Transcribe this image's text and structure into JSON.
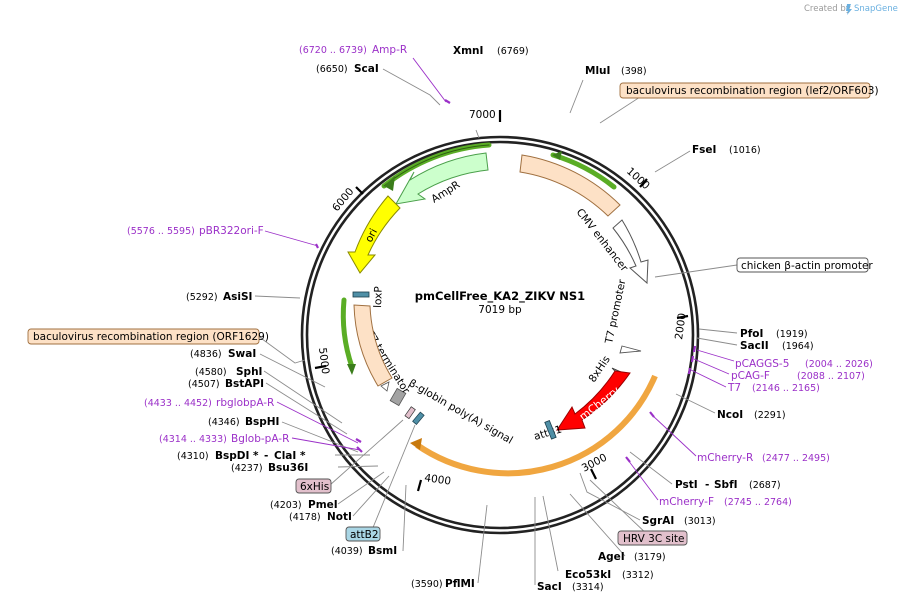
{
  "credit": {
    "prefix": "Created by",
    "brand": "SnapGene"
  },
  "plasmid": {
    "name": "pmCellFree_KA2_ZIKV NS1",
    "size_label": "7019 bp"
  },
  "ticks": [
    {
      "label": "7000"
    },
    {
      "label": "1000"
    },
    {
      "label": "2000"
    },
    {
      "label": "3000"
    },
    {
      "label": "4000"
    },
    {
      "label": "5000"
    },
    {
      "label": "6000"
    }
  ],
  "features": {
    "ampr": "AmpR",
    "ori": "ori",
    "cmv": "CMV enhancer",
    "t7_promoter": "T7 promoter",
    "his": "8xHis",
    "mcherry": "mCherry",
    "attb1": "attB1",
    "globin": "β-globin poly(A) signal",
    "t7_terminator": "T7 terminator",
    "loxp": "loxP"
  },
  "sites": [
    {
      "name": "XmnI",
      "coord": "(6769)"
    },
    {
      "name": "ScaI",
      "coord": "(6650)"
    },
    {
      "name": "MluI",
      "coord": "(398)"
    },
    {
      "name": "FseI",
      "coord": "(1016)"
    },
    {
      "name": "PfoI",
      "coord": "(1919)"
    },
    {
      "name": "SacII",
      "coord": "(1964)"
    },
    {
      "name": "NcoI",
      "coord": "(2291)"
    },
    {
      "name": "PstI",
      "sep": "-",
      "name2": "SbfI",
      "coord": "(2687)"
    },
    {
      "name": "SgrAI",
      "coord": "(3013)"
    },
    {
      "name": "AgeI",
      "coord": "(3179)"
    },
    {
      "name": "Eco53kI",
      "coord": "(3312)"
    },
    {
      "name": "SacI",
      "coord": "(3314)"
    },
    {
      "name": "PflMI",
      "coord": "(3590)"
    },
    {
      "name": "BsmI",
      "coord": "(4039)"
    },
    {
      "name": "NotI",
      "coord": "(4178)"
    },
    {
      "name": "PmeI",
      "coord": "(4203)"
    },
    {
      "name": "Bsu36I",
      "coord": "(4237)"
    },
    {
      "name": "BspDI *",
      "sep": "-",
      "name2": "ClaI *",
      "coord": "(4310)"
    },
    {
      "name": "BspHI",
      "coord": "(4346)"
    },
    {
      "name": "BstAPI",
      "coord": "(4507)"
    },
    {
      "name": "SphI",
      "coord": "(4580)"
    },
    {
      "name": "SwaI",
      "coord": "(4836)"
    },
    {
      "name": "AsiSI",
      "coord": "(5292)"
    }
  ],
  "primers": [
    {
      "name": "Amp-R",
      "coord": "(6720 .. 6739)"
    },
    {
      "name": "pBR322ori-F",
      "coord": "(5576 .. 5595)"
    },
    {
      "name": "pCAGGS-5",
      "coord": "(2004 .. 2026)"
    },
    {
      "name": "pCAG-F",
      "coord": "(2088 .. 2107)"
    },
    {
      "name": "T7",
      "coord": "(2146 .. 2165)"
    },
    {
      "name": "mCherry-R",
      "coord": "(2477 .. 2495)"
    },
    {
      "name": "mCherry-F",
      "coord": "(2745 .. 2764)"
    },
    {
      "name": "rbglobpA-R",
      "coord": "(4433 .. 4452)"
    },
    {
      "name": "Bglob-pA-R",
      "coord": "(4314 .. 4333)"
    }
  ],
  "boxes": {
    "bac_right": "baculovirus recombination region (lef2/ORF603)",
    "bac_left": "baculovirus recombination region (ORF1629)",
    "chicken": "chicken β-actin promoter",
    "six_his": "6xHis",
    "att_b2": "attB2",
    "hrv": "HRV 3C site"
  },
  "colors": {
    "mcherry": "#ff0000",
    "ampr": "#ccffcc",
    "ori": "#ffff00",
    "cmv": "#fde1c6",
    "primer": "#9b30c8",
    "box_orange": "#fde1c6",
    "box_pink": "#e2c0cc",
    "box_blue": "#a9d6e5",
    "highlight_green": "#5aad25",
    "highlight_orange": "#f0a640"
  }
}
